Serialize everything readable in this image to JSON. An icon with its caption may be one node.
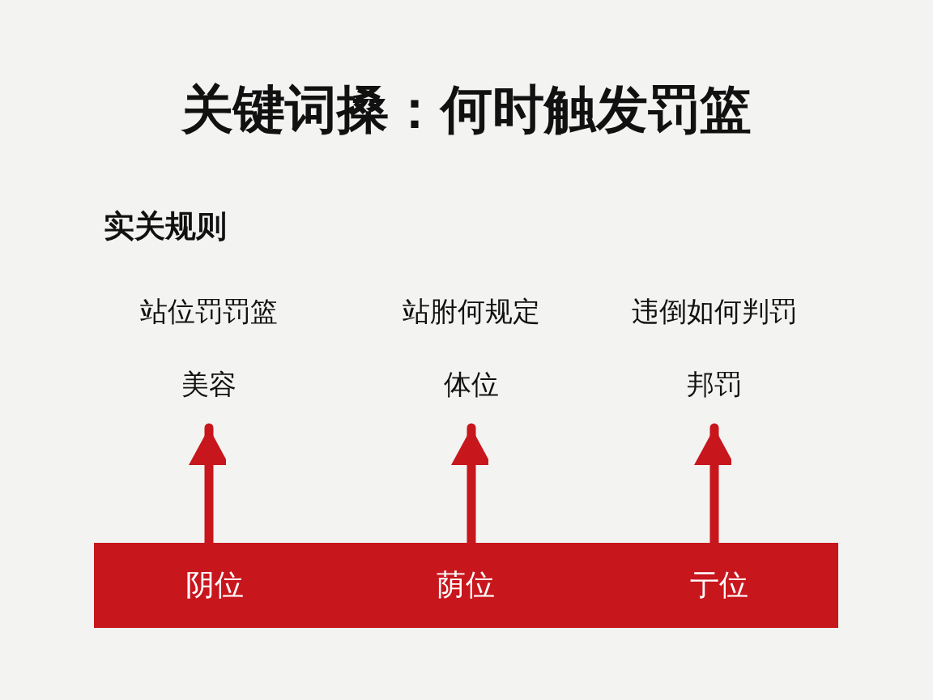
{
  "diagram": {
    "title": "关键词搡：何时触发罚篮",
    "nodes": [
      {
        "text": [
          "站位罚罚篮",
          "美容"
        ]
      },
      {
        "text": [
          "站胕何规定",
          "体位"
        ]
      },
      {
        "text": [
          "违倒如何判罚",
          "邦罚"
        ]
      },
      {
        "text": [
          "阴位",
          "荫位",
          "亍位"
        ]
      }
    ],
    "edges": [
      {
        "from": 3,
        "to": 0,
        "arrow": "to"
      },
      {
        "from": 3,
        "to": 1,
        "arrow": "to"
      },
      {
        "from": 3,
        "to": 2,
        "arrow": "to"
      }
    ],
    "labels": [
      "实关规则"
    ]
  }
}
